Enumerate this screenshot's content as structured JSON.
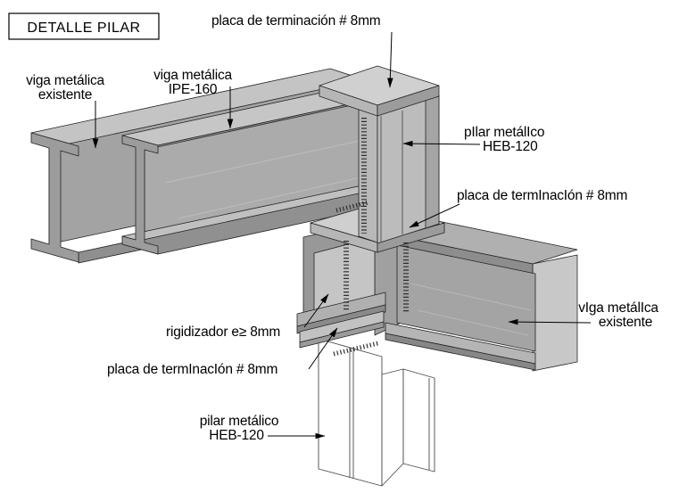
{
  "title": "DETALLE PILAR",
  "labels": {
    "placa_top": "placa de terminación # 8mm",
    "viga_left": {
      "line1": "viga metálica",
      "line2": "existente"
    },
    "viga_ipe": {
      "line1": "viga metálica",
      "line2": "IPE-160"
    },
    "pilar_top": {
      "line1": "pIlar metálIco",
      "line2": "HEB-120"
    },
    "placa_mid": "placa de termInacIón # 8mm",
    "viga_right": {
      "line1": "vIga metálIca",
      "line2": "existente"
    },
    "rigidizador": "rigidizador  e≥ 8mm",
    "placa_bottom": "placa de termInacIón # 8mm",
    "pilar_bottom": {
      "line1": "pilar metálico",
      "line2": "HEB-120"
    }
  },
  "colors": {
    "background": "#ffffff",
    "outline": "#242424",
    "text": "#000000",
    "face_light": "#cfcfcf",
    "face_mid": "#a8a8a8",
    "face_dark": "#8f8f8f"
  }
}
